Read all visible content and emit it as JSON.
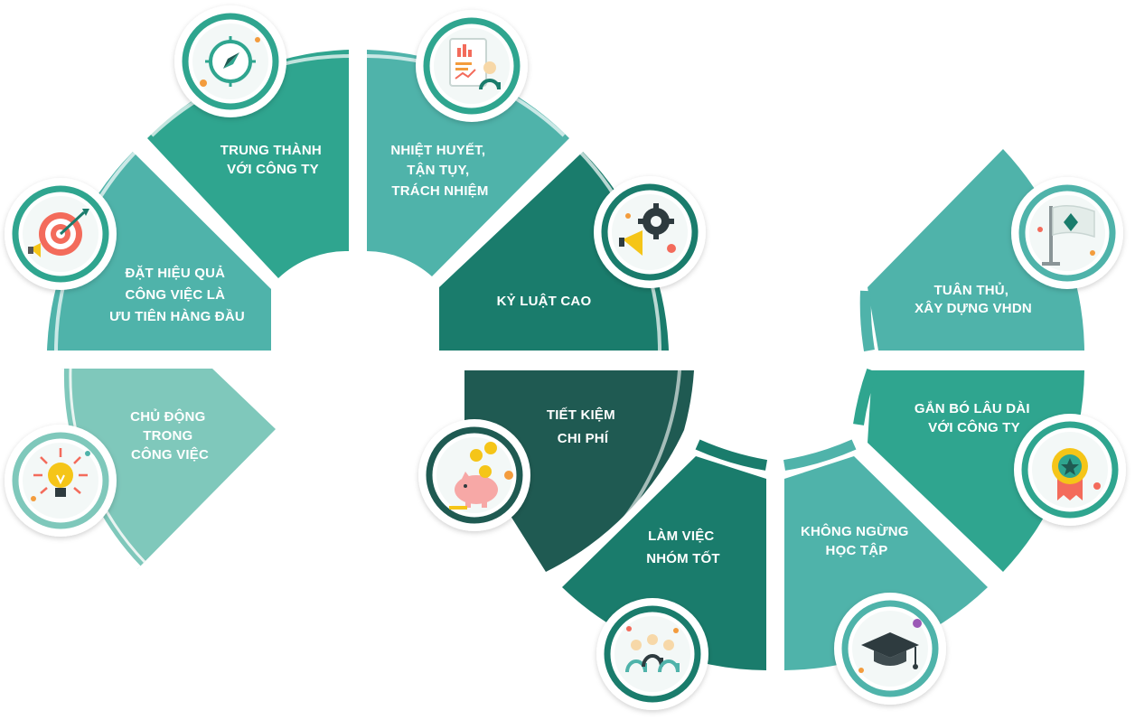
{
  "colors": {
    "light": "#7fc8bb",
    "mid_light": "#4fb3aa",
    "mid": "#2fa58f",
    "dark": "#1a7c6c",
    "darkest": "#1f5a52",
    "ring": "#e9f4f1"
  },
  "segments": [
    {
      "id": "chu-dong",
      "lines": [
        "CHỦ ĐỘNG",
        "TRONG",
        "CÔNG VIỆC"
      ],
      "icon": "lightbulb-icon",
      "color": "light"
    },
    {
      "id": "dat-hieu-qua",
      "lines": [
        "ĐẶT HIỆU QUẢ",
        "CÔNG VIỆC LÀ",
        "ƯU TIÊN HÀNG ĐẦU"
      ],
      "icon": "target-icon",
      "color": "mid_light"
    },
    {
      "id": "trung-thanh",
      "lines": [
        "TRUNG THÀNH",
        "VỚI CÔNG TY"
      ],
      "icon": "compass-icon",
      "color": "mid"
    },
    {
      "id": "nhiet-huyet",
      "lines": [
        "NHIỆT HUYẾT,",
        "TẬN TỤY,",
        "TRÁCH NHIỆM"
      ],
      "icon": "report-icon",
      "color": "mid_light"
    },
    {
      "id": "ky-luat",
      "lines": [
        "KỶ LUẬT CAO"
      ],
      "icon": "megaphone-gear-icon",
      "color": "dark"
    },
    {
      "id": "tiet-kiem",
      "lines": [
        "TIẾT KIỆM",
        "CHI PHÍ"
      ],
      "icon": "piggy-bank-icon",
      "color": "darkest"
    },
    {
      "id": "lam-viec-nhom",
      "lines": [
        "LÀM VIỆC",
        "NHÓM TỐT"
      ],
      "icon": "team-icon",
      "color": "dark"
    },
    {
      "id": "khong-ngung",
      "lines": [
        "KHÔNG NGỪNG",
        "HỌC TẬP"
      ],
      "icon": "graduation-cap-icon",
      "color": "mid_light"
    },
    {
      "id": "gan-bo",
      "lines": [
        "GẮN BÓ LÂU DÀI",
        "VỚI CÔNG TY"
      ],
      "icon": "medal-icon",
      "color": "mid"
    },
    {
      "id": "tuan-thu",
      "lines": [
        "TUÂN THỦ,",
        "XÂY DỰNG VHDN"
      ],
      "icon": "flag-icon",
      "color": "mid_light"
    }
  ]
}
